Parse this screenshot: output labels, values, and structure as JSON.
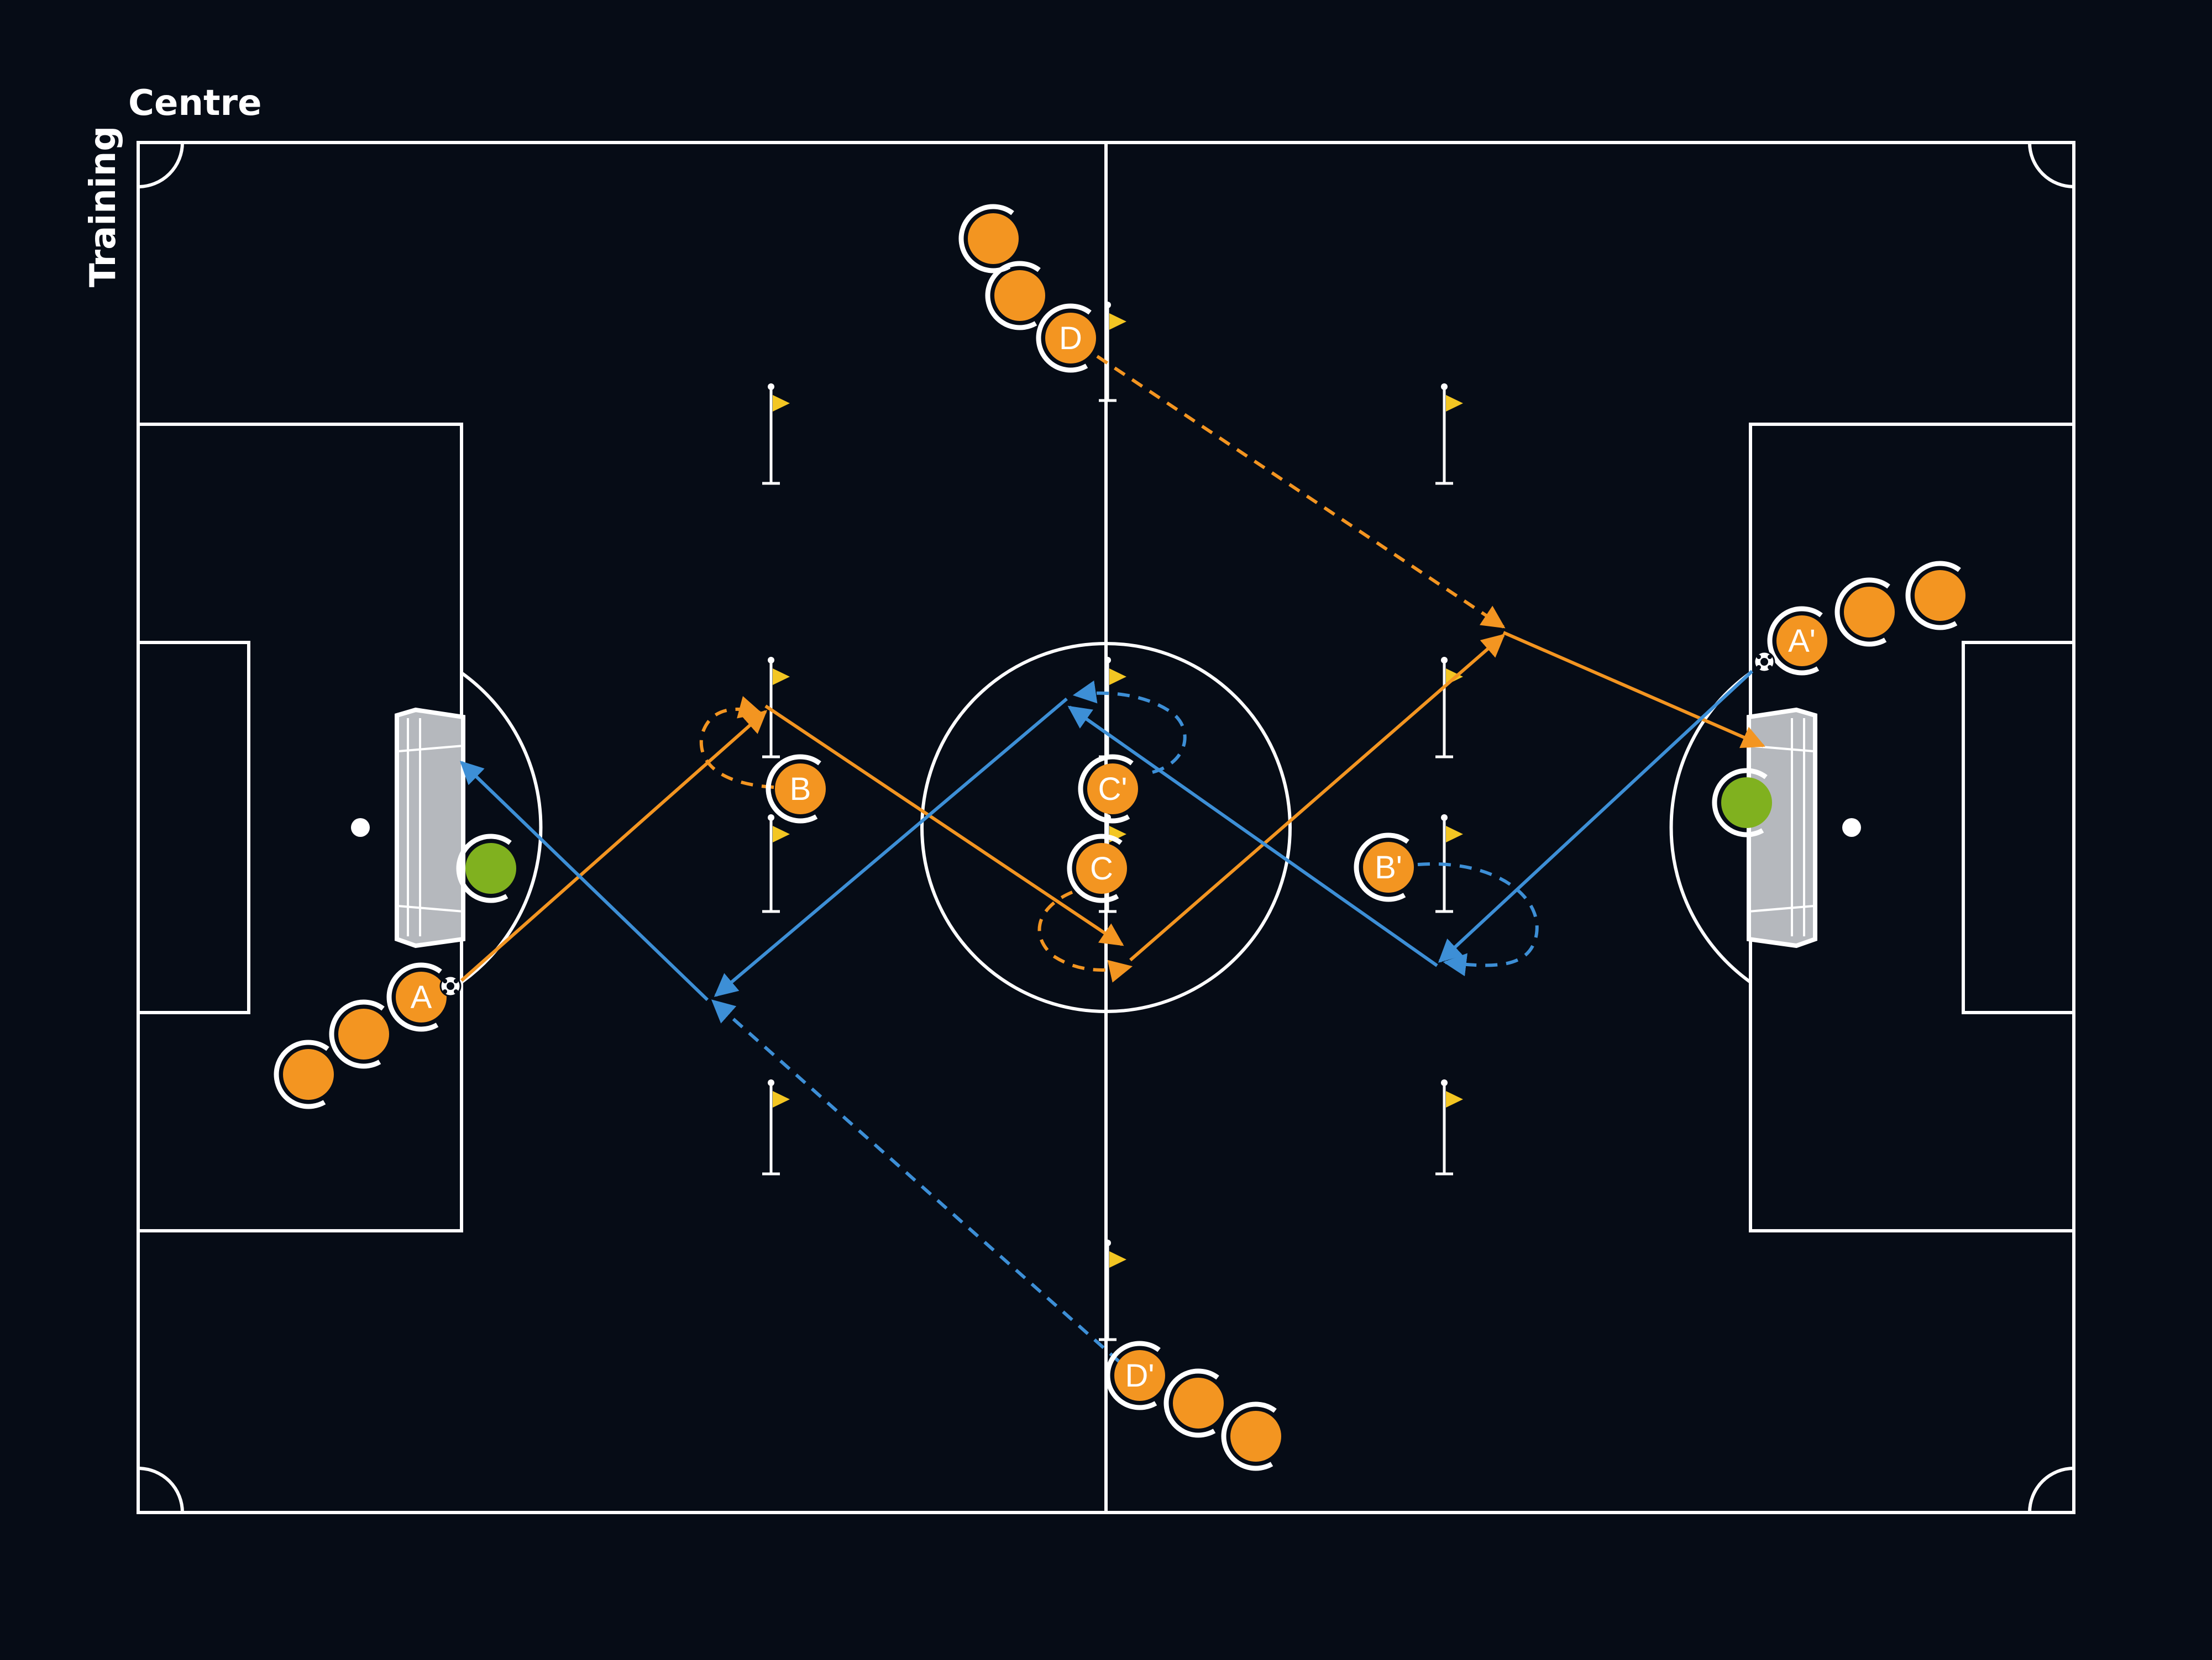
{
  "brand": {
    "word1": "Training",
    "word2": "Centre"
  },
  "colors": {
    "background": "#060c16",
    "lines": "#ffffff",
    "player_orange": "#f39521",
    "goalkeeper_green": "#80b11f",
    "pass_orange": "#f39521",
    "pass_blue": "#3d8fd6",
    "flag_yellow": "#f3c623"
  },
  "icons": [
    "flag-icon",
    "ball-icon",
    "goal-icon"
  ],
  "players": {
    "A": "A",
    "B": "B",
    "C": "C",
    "C_prime": "C'",
    "B_prime": "B'",
    "A_prime": "A'",
    "D": "D",
    "D_prime": "D'"
  }
}
